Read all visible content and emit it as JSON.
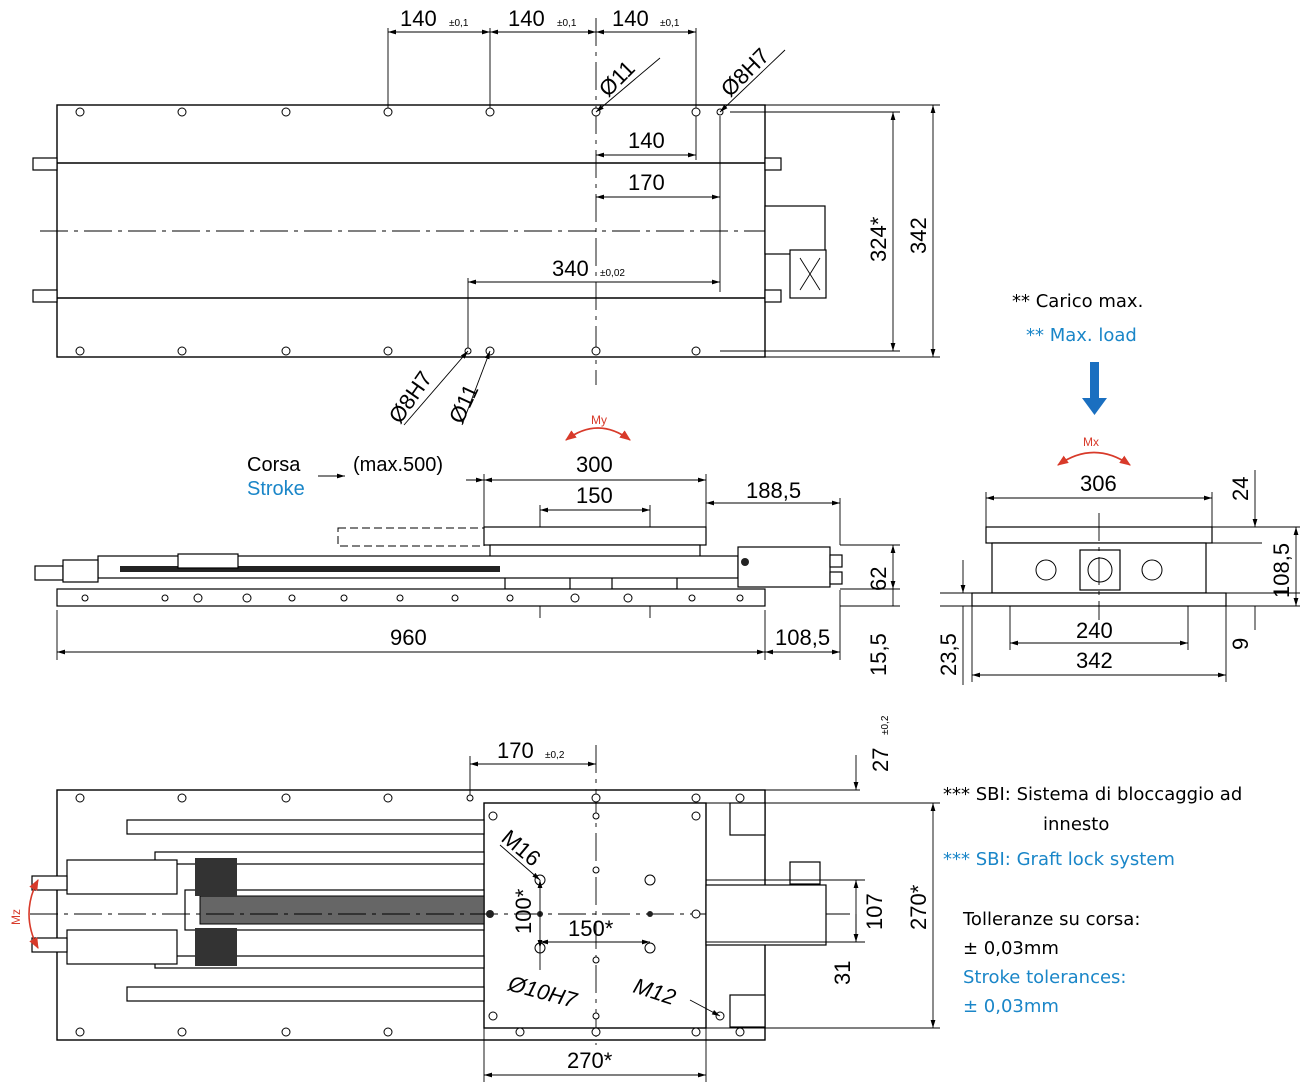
{
  "top_view": {
    "dim_140_a": "140",
    "dim_140_b": "140",
    "dim_140_c": "140",
    "tol_01": "±0,1",
    "dia_11_top": "Ø11",
    "dia_8h7_top": "Ø8H7",
    "dim_140_mid": "140",
    "dim_170": "170",
    "dim_340": "340",
    "tol_002": "±0,02",
    "dim_324": "324*",
    "dim_342": "342",
    "dia_8h7_bottom": "Ø8H7",
    "dia_11_bottom": "Ø11"
  },
  "side_view": {
    "corsa_label": "Corsa",
    "stroke_label": "Stroke",
    "max_label": "(max.500)",
    "dim_300": "300",
    "dim_150": "150",
    "dim_188": "188,5",
    "dim_62": "62",
    "dim_960": "960",
    "dim_108": "108,5",
    "dim_15": "15,5",
    "moment_my": "My"
  },
  "end_view": {
    "load_it": "** Carico max.",
    "load_en": "** Max. load",
    "moment_mx": "Mx",
    "dim_306": "306",
    "dim_24": "24",
    "dim_108": "108,5",
    "dim_23": "23,5",
    "dim_240": "240",
    "dim_9": "9",
    "dim_342": "342"
  },
  "bottom_view": {
    "dim_170": "170",
    "tol_02": "±0,2",
    "dim_27": "27",
    "tol_27": "±0,2",
    "m16": "M16",
    "dim_100": "100*",
    "dim_150": "150*",
    "dia_10h7": "Ø10H7",
    "m12": "M12",
    "dim_107": "107",
    "dim_270_v": "270*",
    "dim_31": "31",
    "dim_270_h": "270*",
    "moment_mz": "Mz"
  },
  "notes": {
    "sbi_it_1": "*** SBI: Sistema di bloccaggio ad",
    "sbi_it_2": "innesto",
    "sbi_en": "*** SBI: Graft lock system",
    "tol_it": "Tolleranze su corsa:",
    "tol_it_val": "± 0,03mm",
    "tol_en": "Stroke tolerances:",
    "tol_en_val": "± 0,03mm"
  },
  "colors": {
    "blue_text": "#1a86c8",
    "moment_red": "#d83a2a",
    "arrow_blue": "#1a6fc0"
  }
}
